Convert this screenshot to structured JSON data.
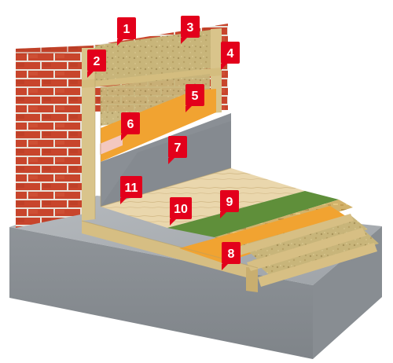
{
  "diagram": {
    "markers": [
      {
        "id": "1",
        "label": "1"
      },
      {
        "id": "2",
        "label": "2"
      },
      {
        "id": "3",
        "label": "3"
      },
      {
        "id": "4",
        "label": "4"
      },
      {
        "id": "5",
        "label": "5"
      },
      {
        "id": "6",
        "label": "6"
      },
      {
        "id": "7",
        "label": "7"
      },
      {
        "id": "8",
        "label": "8"
      },
      {
        "id": "9",
        "label": "9"
      },
      {
        "id": "10",
        "label": "10"
      },
      {
        "id": "11",
        "label": "11"
      }
    ],
    "colors": {
      "marker_red": "#e3001b",
      "brick": "#c8452c",
      "mineral_wool": "#c8b57a",
      "membrane_orange": "#f1a331",
      "vapour_grey": "#8a8f95",
      "timber": "#d9c48b",
      "osb": "#d2b26a",
      "green_layer": "#5f8f3a",
      "concrete": "#a5a9ad",
      "plywood_floor": "#e8d3a9"
    }
  }
}
